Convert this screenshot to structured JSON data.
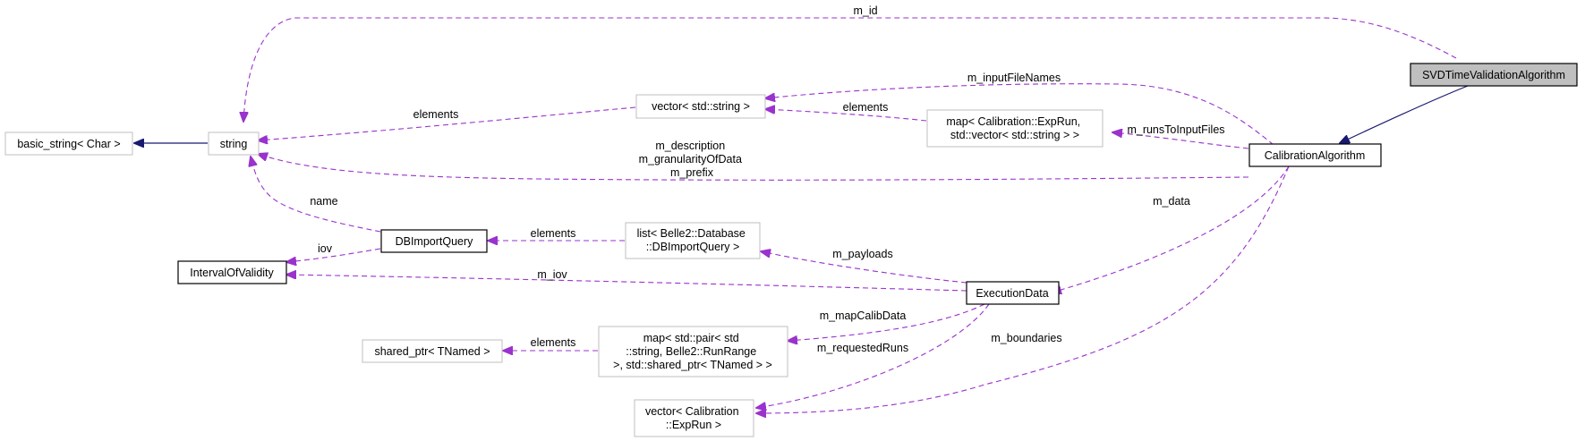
{
  "nodes": {
    "svd_time_validation_algorithm": {
      "lines": [
        "SVDTimeValidationAlgorithm"
      ],
      "style": "active"
    },
    "calibration_algorithm": {
      "lines": [
        "CalibrationAlgorithm"
      ],
      "style": "documented"
    },
    "string": {
      "lines": [
        "string"
      ],
      "style": "external"
    },
    "basic_string": {
      "lines": [
        "basic_string< Char >"
      ],
      "style": "external"
    },
    "vector_string": {
      "lines": [
        "vector< std::string >"
      ],
      "style": "external"
    },
    "map_exprun": {
      "lines": [
        "map< Calibration::ExpRun,",
        "std::vector< std::string > >"
      ],
      "style": "external"
    },
    "dbimportquery": {
      "lines": [
        "DBImportQuery"
      ],
      "style": "documented"
    },
    "list_dbimportquery": {
      "lines": [
        "list< Belle2::Database",
        "::DBImportQuery >"
      ],
      "style": "external"
    },
    "interval_of_validity": {
      "lines": [
        "IntervalOfValidity"
      ],
      "style": "documented"
    },
    "execution_data": {
      "lines": [
        "ExecutionData"
      ],
      "style": "documented"
    },
    "shared_ptr": {
      "lines": [
        "shared_ptr< TNamed >"
      ],
      "style": "external"
    },
    "map_pair": {
      "lines": [
        "map< std::pair< std",
        "::string, Belle2::RunRange",
        " >, std::shared_ptr< TNamed > >"
      ],
      "style": "external"
    },
    "vector_exprun": {
      "lines": [
        "vector< Calibration",
        "::ExpRun >"
      ],
      "style": "external"
    }
  },
  "edges": {
    "m_id": {
      "lines": [
        "m_id"
      ],
      "kind": "member"
    },
    "m_input_file_names": {
      "lines": [
        "m_inputFileNames"
      ],
      "kind": "member"
    },
    "elements_vector_string": {
      "lines": [
        "elements"
      ],
      "kind": "member"
    },
    "elements_map_exprun": {
      "lines": [
        "elements"
      ],
      "kind": "member"
    },
    "m_runs_to_input_files": {
      "lines": [
        "m_runsToInputFiles"
      ],
      "kind": "member"
    },
    "m_description_group": {
      "lines": [
        "m_description",
        "m_granularityOfData",
        "m_prefix"
      ],
      "kind": "member"
    },
    "name": {
      "lines": [
        "name"
      ],
      "kind": "member"
    },
    "iov": {
      "lines": [
        "iov"
      ],
      "kind": "member"
    },
    "elements_list": {
      "lines": [
        "elements"
      ],
      "kind": "member"
    },
    "m_data": {
      "lines": [
        "m_data"
      ],
      "kind": "member"
    },
    "m_payloads": {
      "lines": [
        "m_payloads"
      ],
      "kind": "member"
    },
    "m_iov": {
      "lines": [
        "m_iov"
      ],
      "kind": "member"
    },
    "m_map_calib_data": {
      "lines": [
        "m_mapCalibData"
      ],
      "kind": "member"
    },
    "elements_map_pair": {
      "lines": [
        "elements"
      ],
      "kind": "member"
    },
    "m_requested_runs": {
      "lines": [
        "m_requestedRuns"
      ],
      "kind": "member"
    },
    "m_boundaries": {
      "lines": [
        "m_boundaries"
      ],
      "kind": "member"
    },
    "inherit_svd": {
      "lines": [],
      "kind": "inheritance"
    },
    "inherit_string": {
      "lines": [],
      "kind": "inheritance"
    }
  },
  "colors": {
    "member_edge": "#9a32cd",
    "inheritance_edge": "#191970",
    "external_border": "#bfbfbf",
    "documented_border": "#000000",
    "active_fill": "#bfbfbf"
  }
}
